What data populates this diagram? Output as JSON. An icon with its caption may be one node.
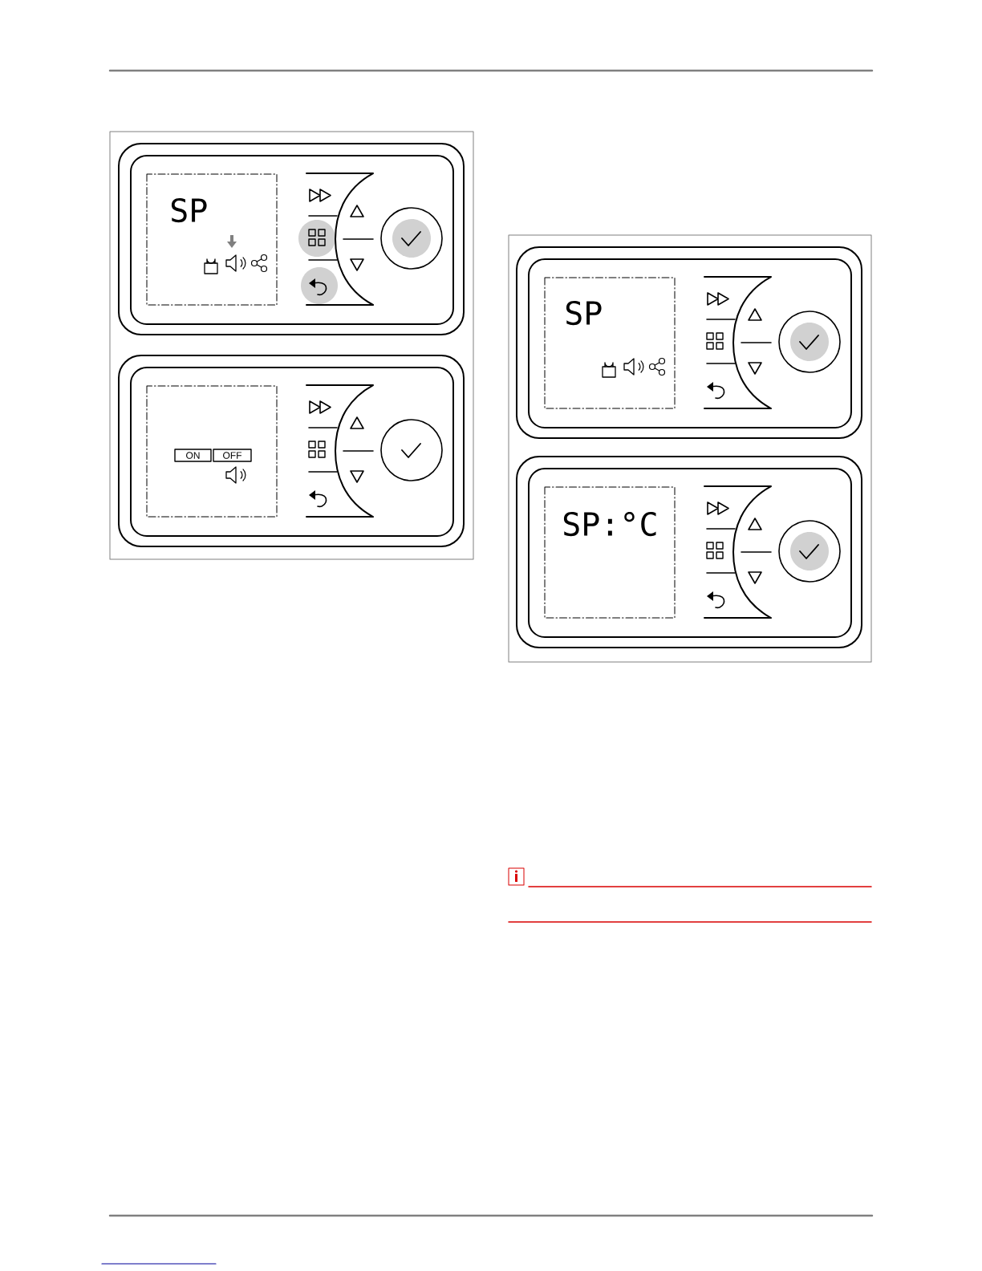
{
  "diagram": {
    "nodes": [
      {
        "text": [
          "ON"
        ]
      },
      {
        "text": [
          "OFF"
        ]
      }
    ],
    "labels": [
      "SP",
      "SP",
      "SP:°C"
    ]
  }
}
